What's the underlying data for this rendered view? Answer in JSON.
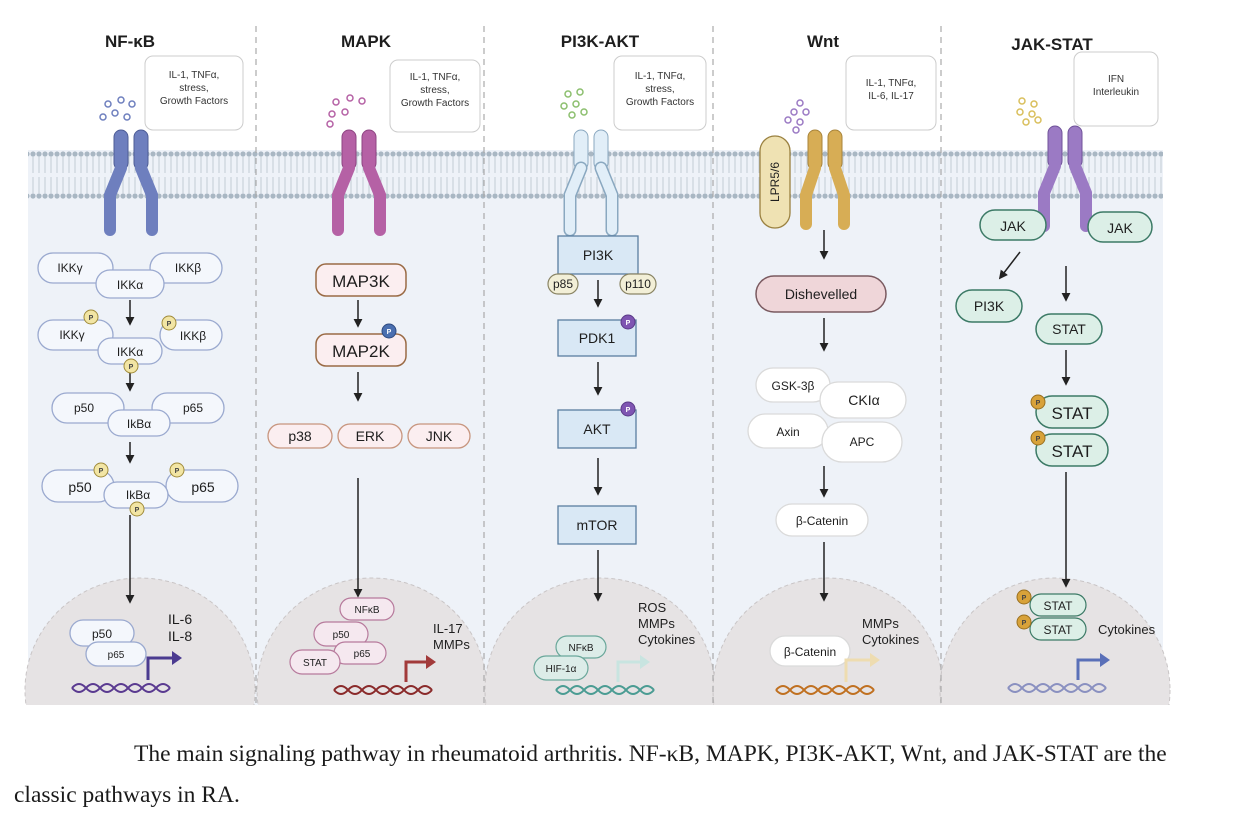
{
  "pathways": {
    "nfkb": {
      "title": "NF-κB",
      "ligands": [
        "IL-1, TNFα,",
        "stress,",
        "Growth Factors"
      ],
      "nodes": [
        "IKKγ",
        "IKKβ",
        "IKKα",
        "IKKγ",
        "IKKβ",
        "IKKα",
        "p50",
        "p65",
        "IkBα",
        "p50",
        "p65",
        "IkBα"
      ],
      "nucleus": [
        "p50",
        "p65"
      ],
      "outputs": [
        "IL-6",
        "IL-8"
      ]
    },
    "mapk": {
      "title": "MAPK",
      "ligands": [
        "IL-1, TNFα,",
        "stress,",
        "Growth Factors"
      ],
      "nodes": [
        "MAP3K",
        "MAP2K",
        "p38",
        "ERK",
        "JNK"
      ],
      "nucleus": [
        "NFκB",
        "p50",
        "p65",
        "STAT"
      ],
      "outputs": [
        "IL-17",
        "MMPs"
      ]
    },
    "pi3k": {
      "title": "PI3K-AKT",
      "ligands": [
        "IL-1, TNFα,",
        "stress,",
        "Growth Factors"
      ],
      "nodes": [
        "PI3K",
        "p85",
        "p110",
        "PDK1",
        "AKT",
        "mTOR"
      ],
      "nucleus": [
        "NFκB",
        "HIF-1α"
      ],
      "outputs": [
        "ROS",
        "MMPs",
        "Cytokines"
      ]
    },
    "wnt": {
      "title": "Wnt",
      "ligands": [
        "IL-1, TNFα,",
        "IL-6, IL-17"
      ],
      "receptor": "LPR5/6",
      "nodes": [
        "Dishevelled",
        "GSK-3β",
        "CKIα",
        "Axin",
        "APC",
        "β-Catenin"
      ],
      "nucleus": [
        "β-Catenin"
      ],
      "outputs": [
        "MMPs",
        "Cytokines"
      ]
    },
    "jakstat": {
      "title": "JAK-STAT",
      "ligands": [
        "IFN",
        "Interleukin"
      ],
      "nodes": [
        "JAK",
        "JAK",
        "PI3K",
        "STAT",
        "STAT",
        "STAT"
      ],
      "nucleus": [
        "STAT",
        "STAT"
      ],
      "outputs": [
        "Cytokines"
      ]
    }
  },
  "phospho_label": "P",
  "caption": "The main signaling pathway in rheumatoid arthritis. NF-κB, MAPK, PI3K-AKT, Wnt, and JAK-STAT are the classic pathways in RA.",
  "colors": {
    "nfkb": "#6e7fbe",
    "mapk": "#b561a5",
    "pi3k": "#c9dff0",
    "wnt": "#d7ad55",
    "jakstat": "#9b7ac4",
    "cytoplasm": "#eef2f8",
    "nucleus": "#e6e3e4",
    "membrane": "#a9b7c3",
    "phospho": "#f2e5a4",
    "phospho_purple": "#7f55b2"
  }
}
